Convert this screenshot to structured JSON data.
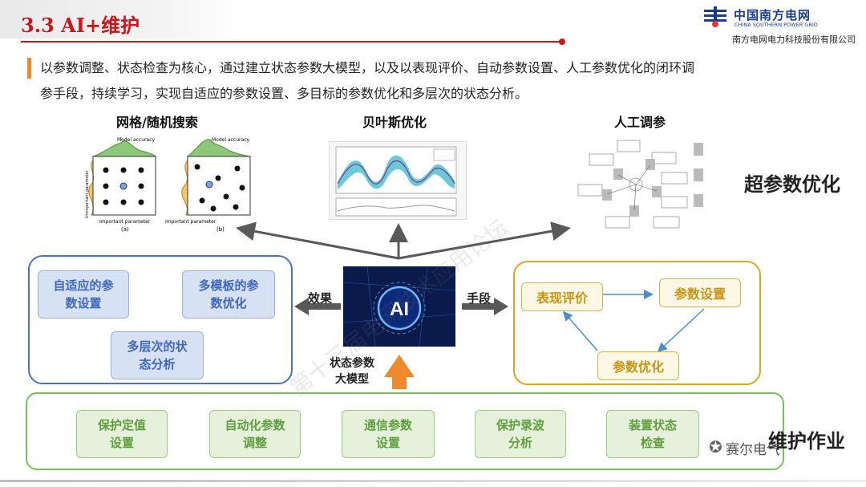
{
  "header": {
    "section_title": "3.3 AI+维护",
    "logo_cn": "中国南方电网",
    "logo_en": "CHINA SOUTHERN POWER GRID",
    "company": "南方电网电力科技股份有限公司"
  },
  "intro": {
    "line1": "以参数调整、状态检查为核心，通过建立状态参数大模型，以及以表现评价、自动参数设置、人工参数优化的闭环调",
    "line2": "参手段，持续学习，实现自适应的参数设置、多目标的参数优化和多层次的状态分析。"
  },
  "figures": {
    "grid": {
      "caption": "网格/随机搜索",
      "model_accuracy": "Model accuracy",
      "x_label": "Important parameter",
      "y_label": "Unimportant parameter",
      "sub_a": "(a)",
      "sub_b": "(b)"
    },
    "bayes": {
      "caption": "贝叶斯优化"
    },
    "manual": {
      "caption": "人工调参"
    }
  },
  "hyperparam_label": "超参数优化",
  "left_panel": {
    "items": [
      "自适应的参\n数设置",
      "多模板的参\n数优化",
      "多层次的状\n态分析"
    ]
  },
  "center": {
    "ai_text": "AI",
    "effect_label": "效果",
    "means_label": "手段",
    "model_label": "状态参数\n大模型"
  },
  "right_panel": {
    "evaluate": "表现评价",
    "setting": "参数设置",
    "optimize": "参数优化"
  },
  "bottom_panel": {
    "items": [
      "保护定值\n设置",
      "自动化参数\n调整",
      "通信参数\n设置",
      "保护录波\n分析",
      "装置状态\n检查"
    ]
  },
  "maintenance_label": "维护作业",
  "watermark": "赛尔电气",
  "bg_watermark": "第十三届电网技术应用论坛",
  "colors": {
    "accent_red": "#c8161d",
    "blue": "#4a74c0",
    "yellow": "#d9a820",
    "green": "#7bbf5a",
    "arrow_orange": "#ef8a2c",
    "arrow_gray": "#595959"
  }
}
